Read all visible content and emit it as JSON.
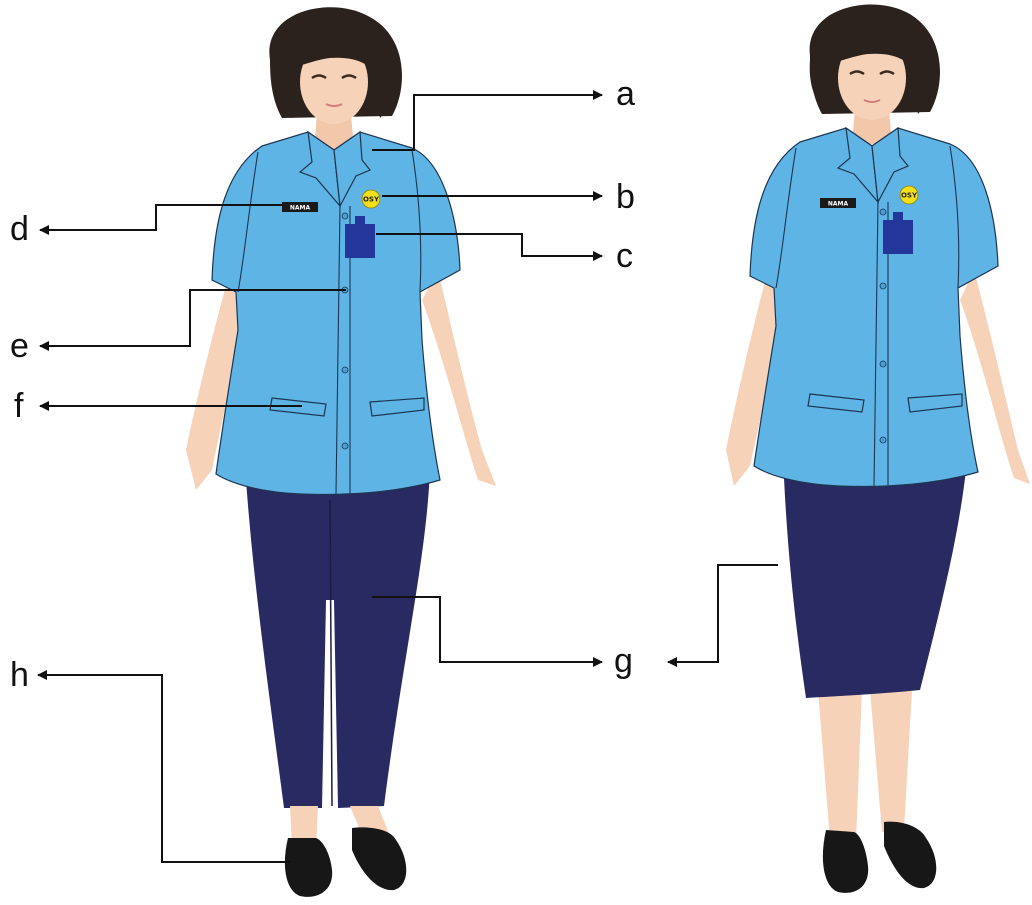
{
  "figures": [
    {
      "name_tag": "NAMA",
      "badge": "OSY"
    },
    {
      "name_tag": "NAMA",
      "badge": "OSY"
    }
  ],
  "labels": {
    "a": "a",
    "b": "b",
    "c": "c",
    "d": "d",
    "e": "e",
    "f": "f",
    "g": "g",
    "h": "h"
  },
  "colors": {
    "shirt": "#5fb4e6",
    "shirt_shadow": "#4a9fd6",
    "bottoms": "#2a2a63",
    "skin": "#f6d2b8",
    "hair": "#2b221e",
    "shoes": "#171717",
    "id_card": "#23379a",
    "badge": "#f3e01b",
    "name_tag": "#1a1a1a"
  }
}
